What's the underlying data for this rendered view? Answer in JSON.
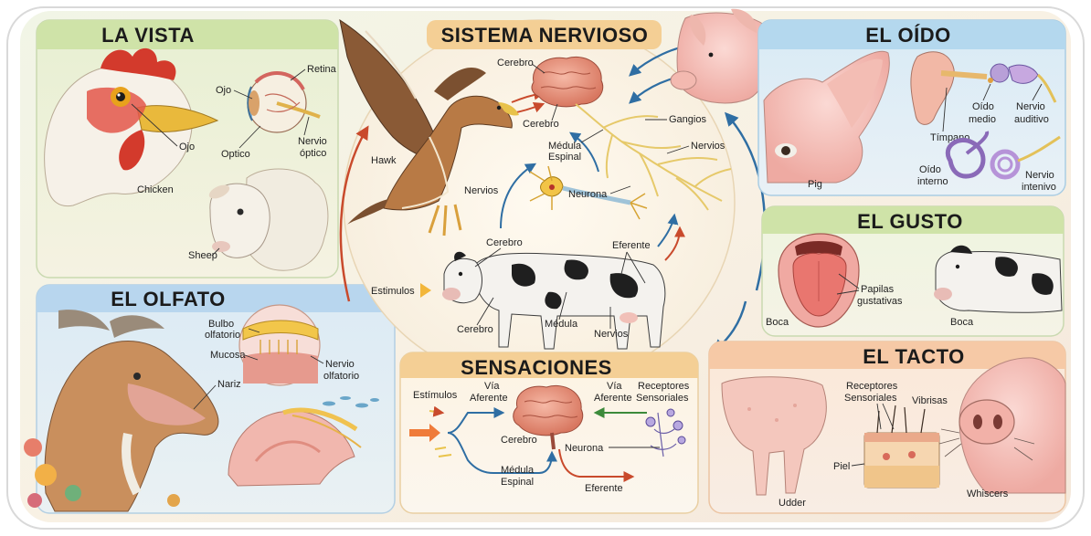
{
  "panels": {
    "vista": {
      "title": "LA VISTA",
      "labels": {
        "retina": "Retina",
        "ojo_a": "Ojo",
        "ojo_b": "Ojo",
        "optico": "Optico",
        "nervio": "Nervio",
        "optico2": "óptico",
        "chicken": "Chicken",
        "sheep": "Sheep"
      }
    },
    "olfato": {
      "title": "EL OLFATO",
      "labels": {
        "bulbo": "Bulbo",
        "olfatorio": "olfatorio",
        "mucosa": "Mucosa",
        "nariz": "Nariz",
        "nervio": "Nervio",
        "olfatorio2": "olfatorio"
      }
    },
    "sistema": {
      "title": "SISTEMA NERVIOSO",
      "labels": {
        "cerebro_top": "Cerebro",
        "cerebro2": "Cerebro",
        "medula": "Médula",
        "espinal": "Espinal",
        "gangios": "Gangios",
        "nervios_r": "Nervios",
        "hawk": "Hawk",
        "nervios_l": "Nervios",
        "neurona": "Neurona",
        "cerebro_cow": "Cerebro",
        "eferente": "Eferente",
        "estimulos": "Estimulos",
        "cerebro_cow2": "Cerebro",
        "medula_cow": "Médula",
        "nervios_cow": "Nervios"
      }
    },
    "oido": {
      "title": "EL OÍDO",
      "labels": {
        "timpano": "Tímpano",
        "oido_medio_a": "Oído",
        "oido_medio_b": "medio",
        "nervio_aud_a": "Nervio",
        "nervio_aud_b": "auditivo",
        "oido_int_a": "Oído",
        "oido_int_b": "interno",
        "nervio_int_a": "Nervio",
        "nervio_int_b": "intenivo",
        "pig": "Pig"
      }
    },
    "gusto": {
      "title": "EL GUSTO",
      "labels": {
        "papilas_a": "Papilas",
        "papilas_b": "gustativas",
        "boca_a": "Boca",
        "boca_b": "Boca"
      }
    },
    "sensaciones": {
      "title": "SENSACIONES",
      "labels": {
        "estimulos": "Estímulos",
        "via_af_a": "Vía",
        "via_af_b": "Aferente",
        "via_af2_a": "Vía",
        "via_af2_b": "Aferente",
        "receptores_a": "Receptores",
        "receptores_b": "Sensoriales",
        "cerebro": "Cerebro",
        "neurona": "Neurona",
        "medula_a": "Médula",
        "medula_b": "Espinal",
        "eferente": "Eferente"
      }
    },
    "tacto": {
      "title": "EL TACTO",
      "labels": {
        "receptores_a": "Receptores",
        "receptores_b": "Sensoriales",
        "vibrisas": "Vibrisas",
        "piel": "Piel",
        "udder": "Udder",
        "whiscers": "Whiscers"
      }
    }
  },
  "colors": {
    "vista_header": "#cfe3a8",
    "olfato_header": "#b8d6ee",
    "sistema_header": "#f4cf95",
    "oido_header": "#b4d8ee",
    "gusto_header": "#cfe3a8",
    "sensaciones_header": "#f4cf95",
    "tacto_header": "#f6c9a6"
  }
}
